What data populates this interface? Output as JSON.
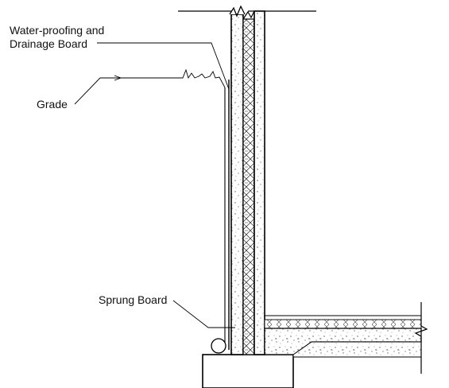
{
  "labels": {
    "waterproofing_line1": "Water-proofing and",
    "waterproofing_line2": "Drainage Board",
    "grade": "Grade",
    "sprung_board": "Sprung Board"
  }
}
